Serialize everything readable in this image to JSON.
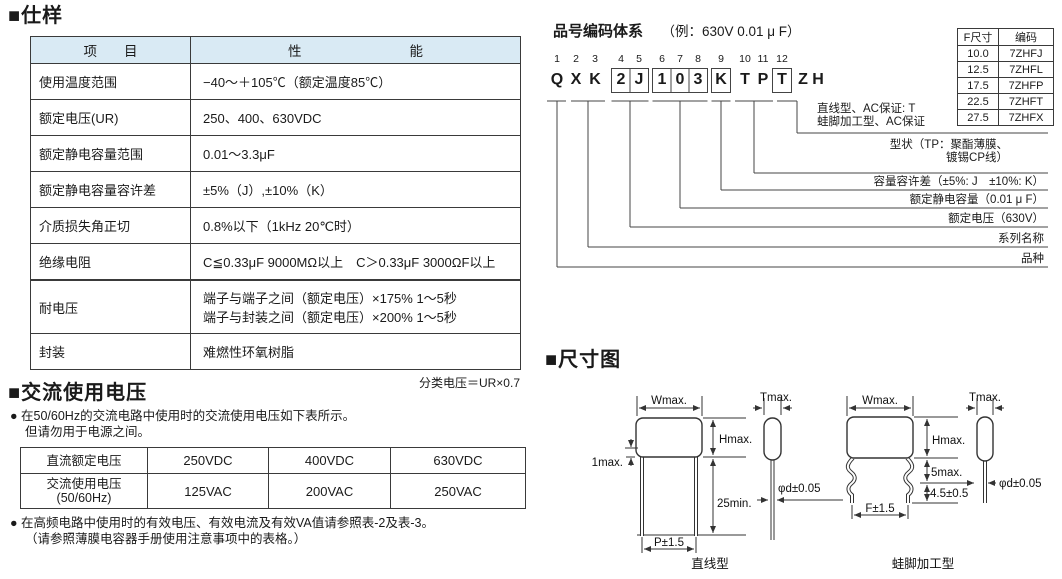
{
  "colors": {
    "header_bg": "#d9eaf4",
    "border": "#3a3a3a",
    "text": "#1a1a1a"
  },
  "spec": {
    "heading": "■仕样",
    "table": {
      "col_headers": [
        "项　　目",
        "性　　　　　　　　能"
      ],
      "rows": [
        {
          "item": "使用温度范围",
          "value": "−40～＋105℃（额定温度85℃）"
        },
        {
          "item": "额定电压(UR)",
          "value": "250、400、630VDC"
        },
        {
          "item": "额定静电容量范围",
          "value": "0.01～3.3μF"
        },
        {
          "item": "额定静电容量容许差",
          "value": "±5%（J）,±10%（K）"
        },
        {
          "item": "介质损失角正切",
          "value": "0.8%以下（1kHz 20℃时）"
        },
        {
          "item": "绝缘电阻",
          "value": "C≦0.33μF 9000MΩ以上　C＞0.33μF 3000ΩF以上"
        },
        {
          "item": "耐电压",
          "value": "端子与端子之间（额定电压）×175% 1～5秒\n端子与封装之间（额定电压）×200% 1～5秒"
        },
        {
          "item": "封装",
          "value": "难燃性环氧树脂"
        }
      ],
      "footnote": "分类电压＝UR×0.7"
    }
  },
  "ac": {
    "heading": "■交流使用电压",
    "note1_line1": "● 在50/60Hz的交流电路中使用时的交流使用电压如下表所示。",
    "note1_line2": "但请勿用于电源之间。",
    "table": {
      "row1_label": "直流额定电压",
      "row1_values": [
        "250VDC",
        "400VDC",
        "630VDC"
      ],
      "row2_label": "交流使用电压\n(50/60Hz)",
      "row2_values": [
        "125VAC",
        "200VAC",
        "250VAC"
      ]
    },
    "note2_line1": "● 在高频电路中使用时的有效电压、有效电流及有效VA值请参照表-2及表-3。",
    "note2_line2": "（请参照薄膜电容器手册使用注意事项中的表格。）"
  },
  "part_code": {
    "title": "品号编码体系",
    "example": "（例：630V 0.01 μ F）",
    "positions": [
      "1",
      "2",
      "3",
      "4",
      "5",
      "6",
      "7",
      "8",
      "9",
      "10",
      "11",
      "12"
    ],
    "chars": [
      "Q",
      "X",
      "K",
      "2",
      "J",
      "1",
      "0",
      "3",
      "K",
      "T",
      "P",
      "T",
      "Z",
      "H"
    ],
    "labels": {
      "l12_line1": "直线型、AC保证: T",
      "l12_line2": "蛙脚加工型、AC保证",
      "l1011_line1": "型状（TP：聚酯薄膜、",
      "l1011_line2": "镀锡CP线）",
      "l9": "容量容许差（±5%: J　±10%: K）",
      "l678": "额定静电容量（0.01 μ F）",
      "l45": "额定电压（630V）",
      "l23": "系列名称",
      "l1": "品种"
    },
    "f_table": {
      "headers": [
        "F尺寸",
        "编码"
      ],
      "rows": [
        [
          "10.0",
          "7ZHFJ"
        ],
        [
          "12.5",
          "7ZHFL"
        ],
        [
          "17.5",
          "7ZHFP"
        ],
        [
          "22.5",
          "7ZHFT"
        ],
        [
          "27.5",
          "7ZHFX"
        ]
      ]
    }
  },
  "dims": {
    "heading": "■尺寸图",
    "fig1": {
      "w": "Wmax.",
      "t": "Tmax.",
      "h": "Hmax.",
      "one_max": "1max.",
      "lead": "25min.",
      "pd": "φd±0.05",
      "pitch": "P±1.5",
      "caption": "直线型"
    },
    "fig2": {
      "w": "Wmax.",
      "t": "Tmax.",
      "h": "Hmax.",
      "five": "5max.",
      "lead": "4.5±0.5",
      "pd": "φd±0.05",
      "pitch": "F±1.5",
      "caption": "蛙脚加工型"
    }
  }
}
